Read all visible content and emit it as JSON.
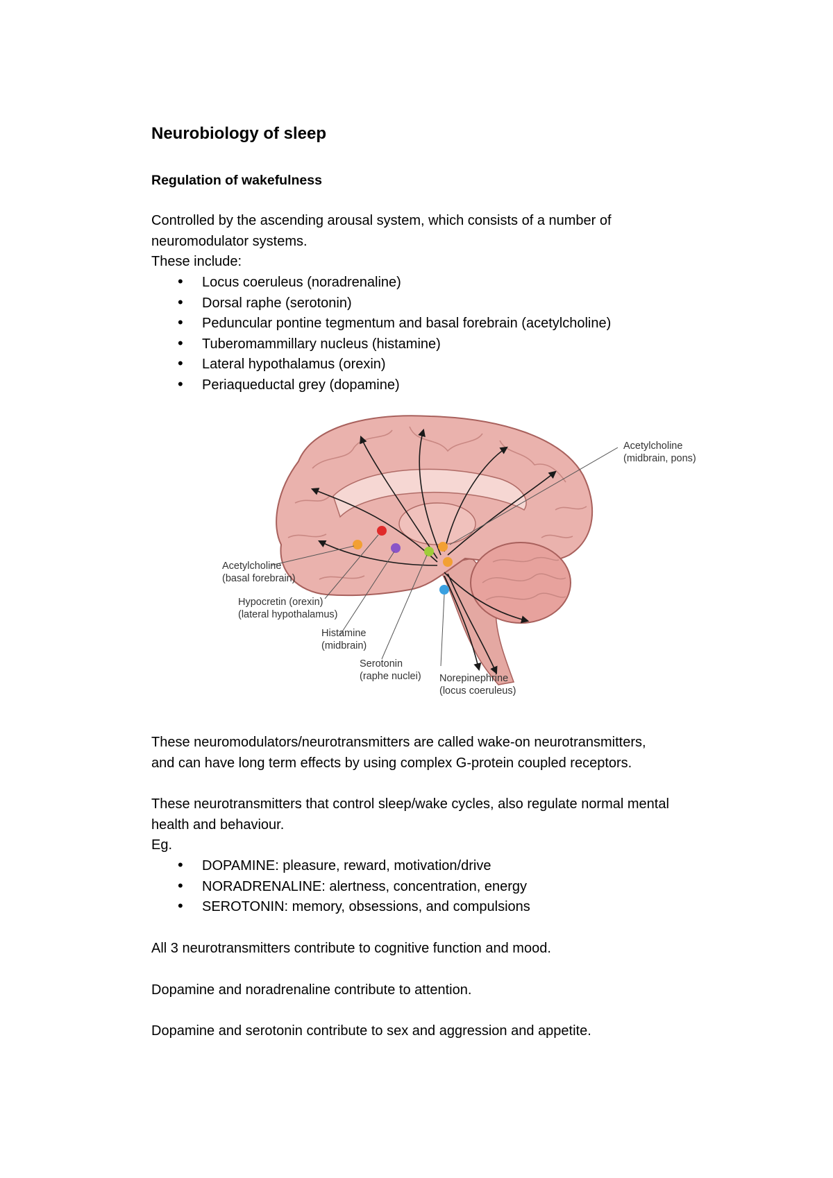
{
  "title": "Neurobiology of sleep",
  "subtitle": "Regulation of wakefulness",
  "intro": {
    "line1": "Controlled by the ascending arousal system, which consists of a number of",
    "line2": "neuromodulator systems.",
    "line3": "These include:"
  },
  "systems": [
    "Locus coeruleus (noradrenaline)",
    "Dorsal raphe (serotonin)",
    "Peduncular pontine tegmentum and basal forebrain (acetylcholine)",
    "Tuberomammillary nucleus (histamine)",
    "Lateral hypothalamus (orexin)",
    "Periaqueductal grey (dopamine)"
  ],
  "figure": {
    "labels": {
      "ach_midbrain_1": "Acetylcholine",
      "ach_midbrain_2": "(midbrain, pons)",
      "ach_basal_1": "Acetylcholine",
      "ach_basal_2": "(basal forebrain)",
      "hypocretin_1": "Hypocretin (orexin)",
      "hypocretin_2": "(lateral hypothalamus)",
      "histamine_1": "Histamine",
      "histamine_2": "(midbrain)",
      "serotonin_1": "Serotonin",
      "serotonin_2": "(raphe nuclei)",
      "norepinephrine_1": "Norepinephrine",
      "norepinephrine_2": "(locus coeruleus)"
    },
    "colors": {
      "cortex": "#e8a9a4",
      "cortex_dark": "#b8706c",
      "red_nucleus": "#e02a2a",
      "orange_nucleus": "#f2a033",
      "purple_nucleus": "#8a55c8",
      "green_nucleus": "#9fcc3a",
      "blue_nucleus": "#3aa0e0"
    }
  },
  "para1": {
    "line1": "These neuromodulators/neurotransmitters are called wake-on neurotransmitters,",
    "line2": "and can have long term effects by using complex G-protein coupled receptors."
  },
  "para2": {
    "line1": "These neurotransmitters that control sleep/wake cycles, also regulate normal mental",
    "line2": "health and behaviour.",
    "line3": "Eg."
  },
  "effects": [
    "DOPAMINE: pleasure, reward, motivation/drive",
    "NORADRENALINE: alertness, concentration, energy",
    "SEROTONIN: memory, obsessions, and compulsions"
  ],
  "para3": "All 3 neurotransmitters contribute to cognitive function and mood.",
  "para4": "Dopamine and noradrenaline contribute to attention.",
  "para5": "Dopamine and serotonin contribute to sex and aggression and appetite."
}
